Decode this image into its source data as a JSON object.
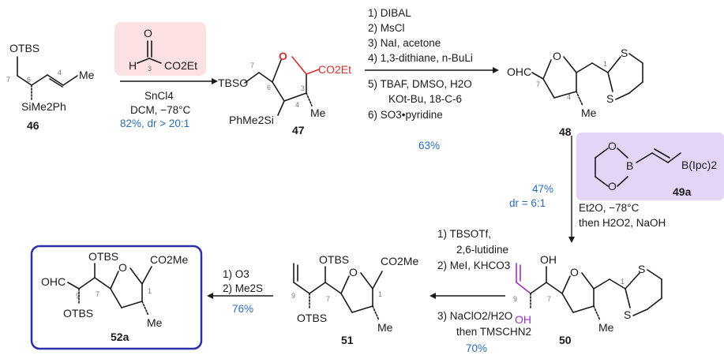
{
  "scheme": {
    "compounds": [
      {
        "id": "46",
        "label": "46",
        "groups": [
          "OTBS",
          "SiMe2Ph",
          "Me"
        ],
        "atom_numbers": [
          "7",
          "6",
          "4"
        ]
      },
      {
        "id": "47",
        "label": "47",
        "groups": [
          "TBSO",
          "CO2Et",
          "PhMe2Si",
          "Me",
          "O"
        ],
        "atom_numbers": [
          "7",
          "6",
          "3",
          "4"
        ]
      },
      {
        "id": "48",
        "label": "48",
        "groups": [
          "OHC",
          "O",
          "S",
          "S",
          "Me"
        ],
        "atom_numbers": [
          "7",
          "1",
          "4"
        ]
      },
      {
        "id": "49a",
        "label": "49a",
        "groups": [
          "O",
          "B",
          "O",
          "B(Ipc)2"
        ]
      },
      {
        "id": "50",
        "label": "50",
        "groups": [
          "OH",
          "OH",
          "O",
          "S",
          "S",
          "Me"
        ],
        "atom_numbers": [
          "9",
          "7",
          "1"
        ]
      },
      {
        "id": "51",
        "label": "51",
        "groups": [
          "OTBS",
          "OTBS",
          "CO2Me",
          "O",
          "Me"
        ],
        "atom_numbers": [
          "9",
          "7",
          "1"
        ]
      },
      {
        "id": "52a",
        "label": "52a",
        "groups": [
          "OHC",
          "OTBS",
          "OTBS",
          "CO2Me",
          "O",
          "Me"
        ],
        "atom_numbers": [
          "9",
          "7",
          "1"
        ]
      }
    ],
    "reagent_box": {
      "groups": [
        "H",
        "O",
        "CO2Et"
      ],
      "atom_number": "3"
    },
    "steps": [
      {
        "from": "46",
        "to": "47",
        "conditions": [
          "SnCl4",
          "DCM, −78°C"
        ],
        "yield": "82%, dr > 20:1"
      },
      {
        "from": "47",
        "to": "48",
        "conditions_above": [
          "1) DIBAL",
          "2) MsCl",
          "3) NaI, acetone",
          "4) 1,3-dithiane, n-BuLi"
        ],
        "conditions_below": [
          "5) TBAF, DMSO, H2O",
          "KOt-Bu, 18-C-6",
          "6) SO3•pyridine"
        ],
        "yield": "63%"
      },
      {
        "from": "48",
        "to": "50",
        "conditions": [
          "Et2O, −78°C",
          "then H2O2, NaOH"
        ],
        "yield": "47%",
        "dr": "dr = 6:1"
      },
      {
        "from": "50",
        "to": "51",
        "conditions_above": [
          "1) TBSOTf,",
          "2,6-lutidine",
          "2) MeI, KHCO3"
        ],
        "conditions_below": [
          "3) NaClO2/H2O",
          "then TMSCHN2"
        ],
        "yield": "70%"
      },
      {
        "from": "51",
        "to": "52a",
        "conditions": [
          "1) O3",
          "2) Me2S"
        ],
        "yield": "76%"
      }
    ]
  },
  "colors": {
    "accent_blue": "#2a6db5",
    "box_red": "#fbe1e1",
    "box_purple": "#e4d5f7",
    "frame_blue": "#2b2fa8",
    "bond_red": "#d0312d",
    "bond_purple": "#9b30c7"
  }
}
